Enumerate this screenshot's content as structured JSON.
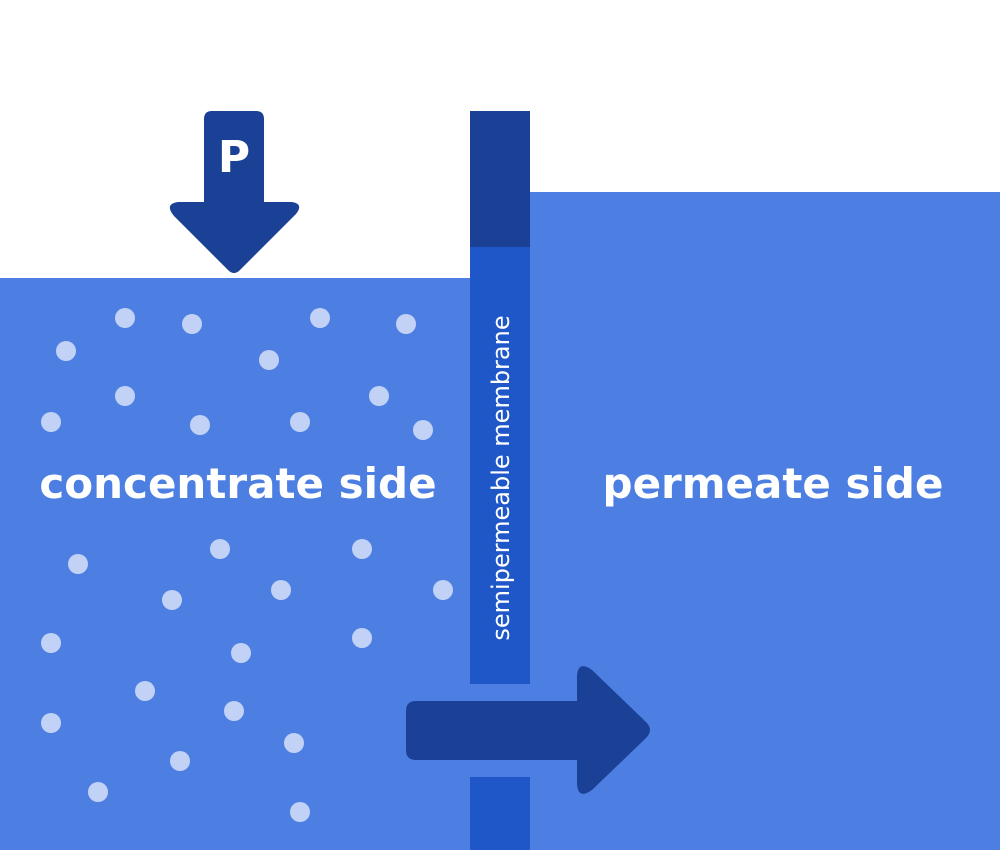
{
  "diagram": {
    "pressure_label": "P",
    "concentrate_label": "concentrate side",
    "permeate_label": "permeate side",
    "membrane_label": "semipermeable membrane"
  },
  "colors": {
    "background": "#ffffff",
    "water": "#4d7fe3",
    "membrane_above_water": "#1a4196",
    "membrane_in_water": "#1f57c9",
    "arrow": "#1a4196",
    "particle": "#c2d2f6",
    "text": "#ffffff"
  },
  "icons": {
    "pressure_arrow": "arrow-down-icon",
    "flow_arrow": "arrow-right-icon",
    "particle": "solute-particle-icon"
  }
}
